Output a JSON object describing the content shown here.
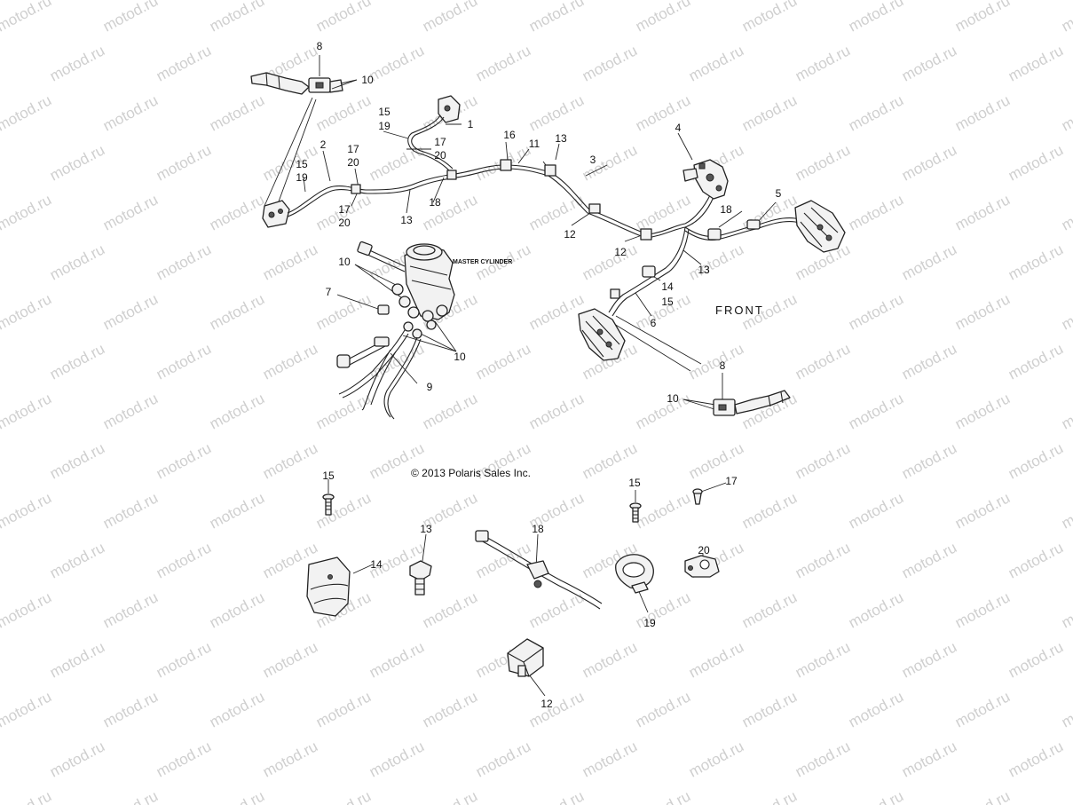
{
  "diagram": {
    "watermark_text": "motod.ru",
    "copyright": "© 2013 Polaris Sales Inc.",
    "annotations": {
      "master_cylinder": "MASTER CYLINDER",
      "front": "FRONT"
    },
    "callouts": [
      {
        "id": "c1",
        "text": "1"
      },
      {
        "id": "c2",
        "text": "2"
      },
      {
        "id": "c3",
        "text": "3"
      },
      {
        "id": "c4",
        "text": "4"
      },
      {
        "id": "c5",
        "text": "5"
      },
      {
        "id": "c6",
        "text": "6"
      },
      {
        "id": "c7",
        "text": "7"
      },
      {
        "id": "c8a",
        "text": "8"
      },
      {
        "id": "c8b",
        "text": "8"
      },
      {
        "id": "c9",
        "text": "9"
      },
      {
        "id": "c10a",
        "text": "10"
      },
      {
        "id": "c10b",
        "text": "10"
      },
      {
        "id": "c10c",
        "text": "10"
      },
      {
        "id": "c10d",
        "text": "10"
      },
      {
        "id": "c11",
        "text": "11"
      },
      {
        "id": "c12a",
        "text": "12"
      },
      {
        "id": "c12b",
        "text": "12"
      },
      {
        "id": "c12c",
        "text": "12"
      },
      {
        "id": "c13a",
        "text": "13"
      },
      {
        "id": "c13b",
        "text": "13"
      },
      {
        "id": "c13c",
        "text": "13"
      },
      {
        "id": "c13d",
        "text": "13"
      },
      {
        "id": "c14a",
        "text": "14"
      },
      {
        "id": "c14b",
        "text": "14"
      },
      {
        "id": "c15a",
        "text": "15"
      },
      {
        "id": "c15b",
        "text": "15"
      },
      {
        "id": "c15c",
        "text": "15"
      },
      {
        "id": "c15d",
        "text": "15"
      },
      {
        "id": "c15e",
        "text": "15"
      },
      {
        "id": "c16",
        "text": "16"
      },
      {
        "id": "c17a",
        "text": "17"
      },
      {
        "id": "c17b",
        "text": "17"
      },
      {
        "id": "c17c",
        "text": "17"
      },
      {
        "id": "c17d",
        "text": "17"
      },
      {
        "id": "c18a",
        "text": "18"
      },
      {
        "id": "c18b",
        "text": "18"
      },
      {
        "id": "c18c",
        "text": "18"
      },
      {
        "id": "c19a",
        "text": "19"
      },
      {
        "id": "c19b",
        "text": "19"
      },
      {
        "id": "c19c",
        "text": "19"
      },
      {
        "id": "c20a",
        "text": "20"
      },
      {
        "id": "c20b",
        "text": "20"
      },
      {
        "id": "c20c",
        "text": "20"
      },
      {
        "id": "c20d",
        "text": "20"
      }
    ]
  }
}
